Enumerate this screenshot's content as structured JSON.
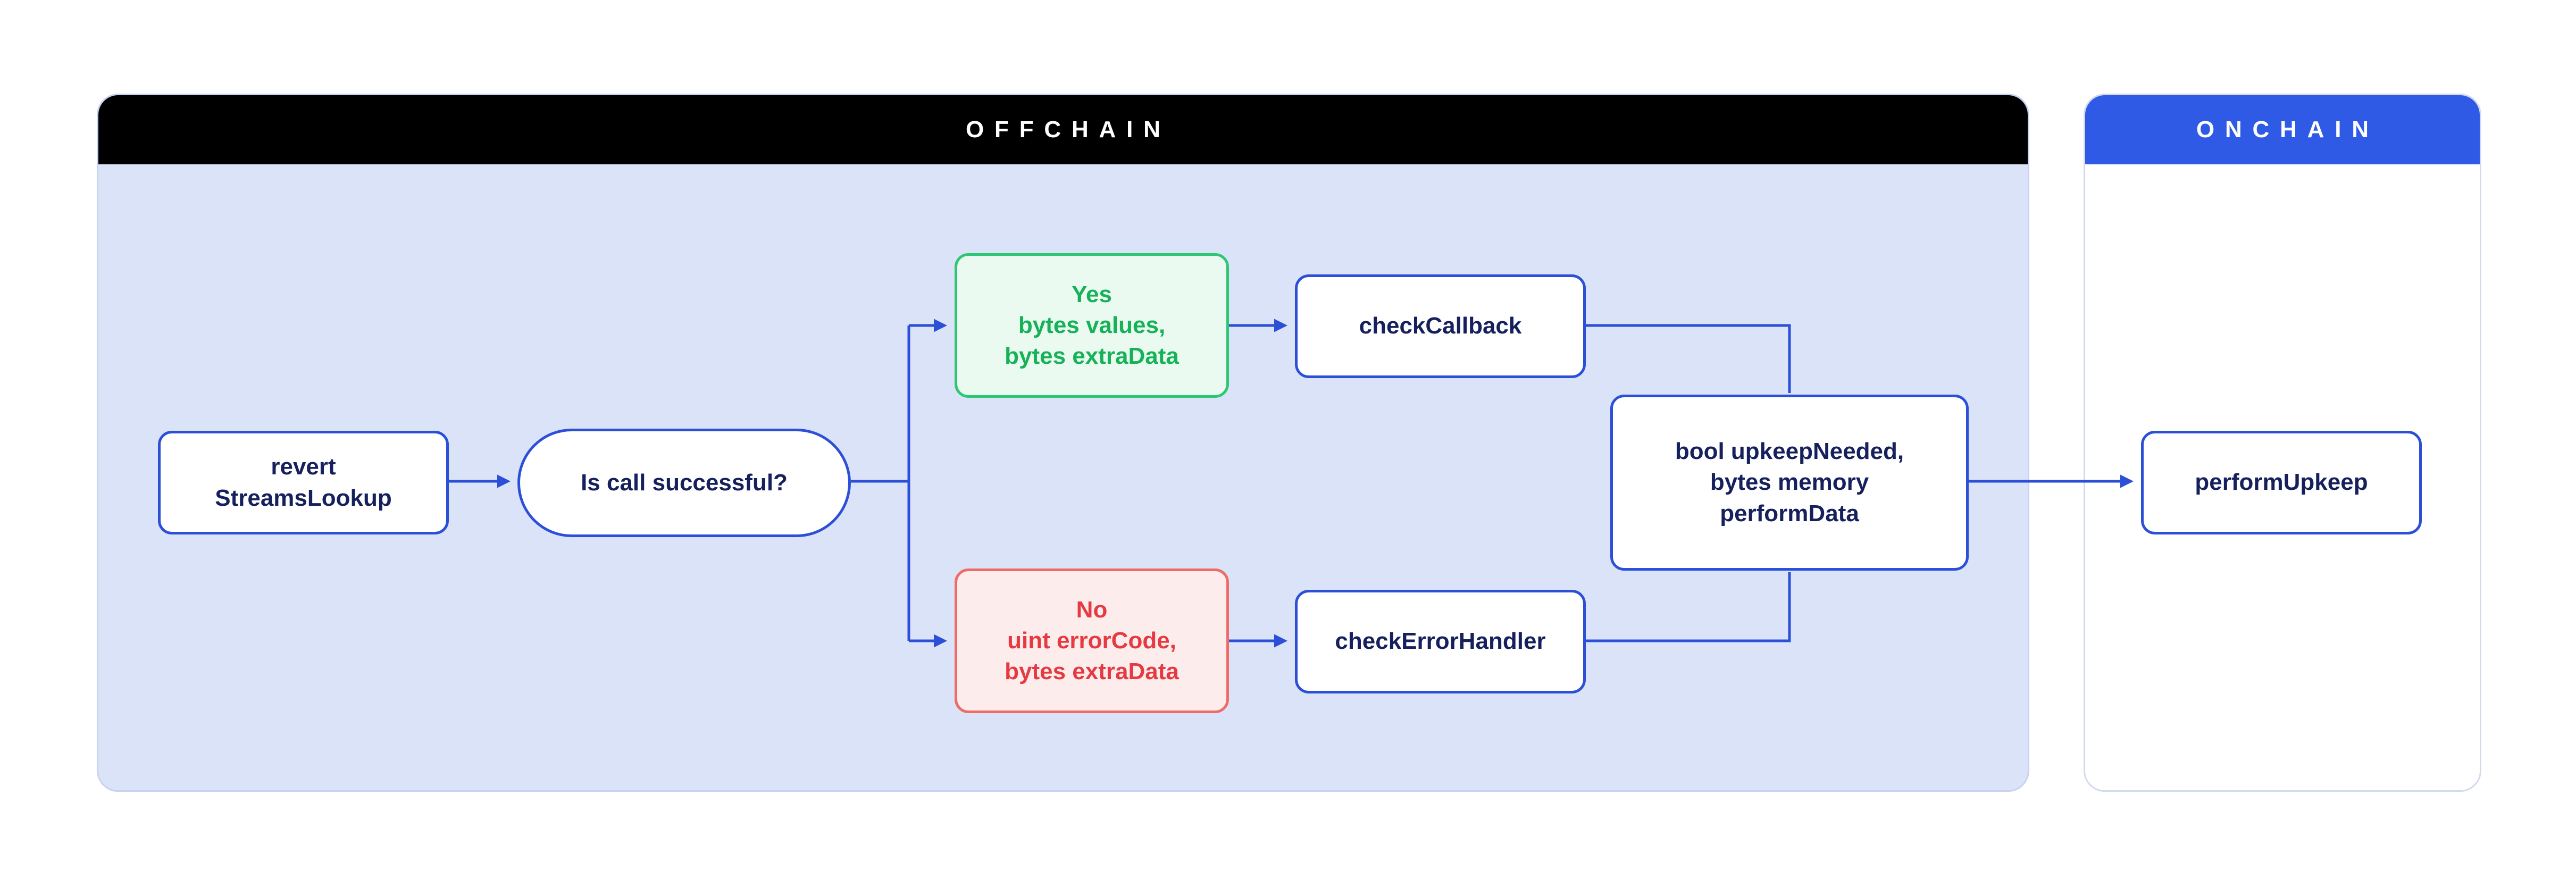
{
  "colors": {
    "offchain_header": "#000000",
    "onchain_header": "#2E5AE5",
    "offchain_body": "#DBE3F8",
    "line_blue": "#2C4FD7",
    "text_navy": "#16205C",
    "green_text": "#16B257",
    "green_border": "#2BC773",
    "green_bg": "#EAFAF1",
    "red_text": "#E53A41",
    "red_border": "#EF6B66",
    "red_bg": "#FDECEC"
  },
  "sections": {
    "offchain": {
      "title": "OFFCHAIN"
    },
    "onchain": {
      "title": "ONCHAIN"
    }
  },
  "nodes": {
    "revert": {
      "lines": [
        "revert",
        "StreamsLookup"
      ]
    },
    "decision": {
      "label": "Is call successful?"
    },
    "yes_branch": {
      "lines": [
        "Yes",
        "bytes values,",
        "bytes extraData"
      ]
    },
    "check_callback": {
      "label": "checkCallback"
    },
    "no_branch": {
      "lines": [
        "No",
        "uint errorCode,",
        "bytes extraData"
      ]
    },
    "check_error_handler": {
      "label": "checkErrorHandler"
    },
    "upkeep_result": {
      "lines": [
        "bool upkeepNeeded,",
        "bytes memory",
        "performData"
      ]
    },
    "perform_upkeep": {
      "label": "performUpkeep"
    }
  }
}
